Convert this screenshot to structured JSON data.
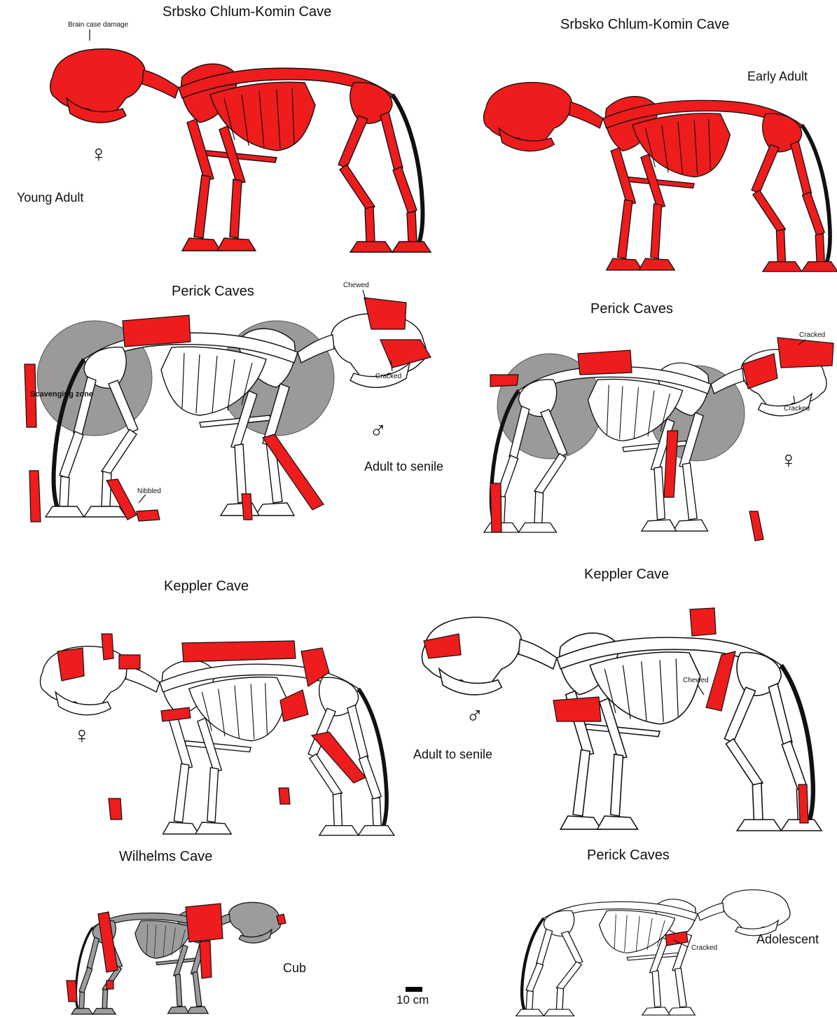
{
  "colors": {
    "present_bone": "#ee1c1c",
    "absent_bone": "#ffffff",
    "scavenging_zone": "#9a9a9a",
    "cub_bone": "#9c9c9c",
    "outline": "#111111"
  },
  "skeletons": [
    {
      "site": "Srbsko Chlum-Komin Cave",
      "age": "Young Adult",
      "sex": "♀",
      "annotations": [
        "Brain case damage"
      ]
    },
    {
      "site": "Srbsko Chlum-Komin Cave",
      "age": "Early Adult",
      "sex": "",
      "annotations": []
    },
    {
      "site": "Perick Caves",
      "age": "Adult to senile",
      "sex": "♂",
      "annotations": [
        "Chewed",
        "Cracked",
        "Nibbled",
        "Scavenging zone"
      ]
    },
    {
      "site": "Perick Caves",
      "age": "",
      "sex": "♀",
      "annotations": [
        "Cracked",
        "Cracked"
      ]
    },
    {
      "site": "Keppler Cave",
      "age": "",
      "sex": "♀",
      "annotations": []
    },
    {
      "site": "Keppler Cave",
      "age": "Adult to senile",
      "sex": "♂",
      "annotations": [
        "Chewed"
      ]
    },
    {
      "site": "Wilhelms Cave",
      "age": "Cub",
      "sex": "",
      "annotations": []
    },
    {
      "site": "Perick Caves",
      "age": "Adolescent",
      "sex": "",
      "annotations": [
        "Cracked"
      ]
    }
  ],
  "scale_bar": {
    "label": "10 cm"
  }
}
